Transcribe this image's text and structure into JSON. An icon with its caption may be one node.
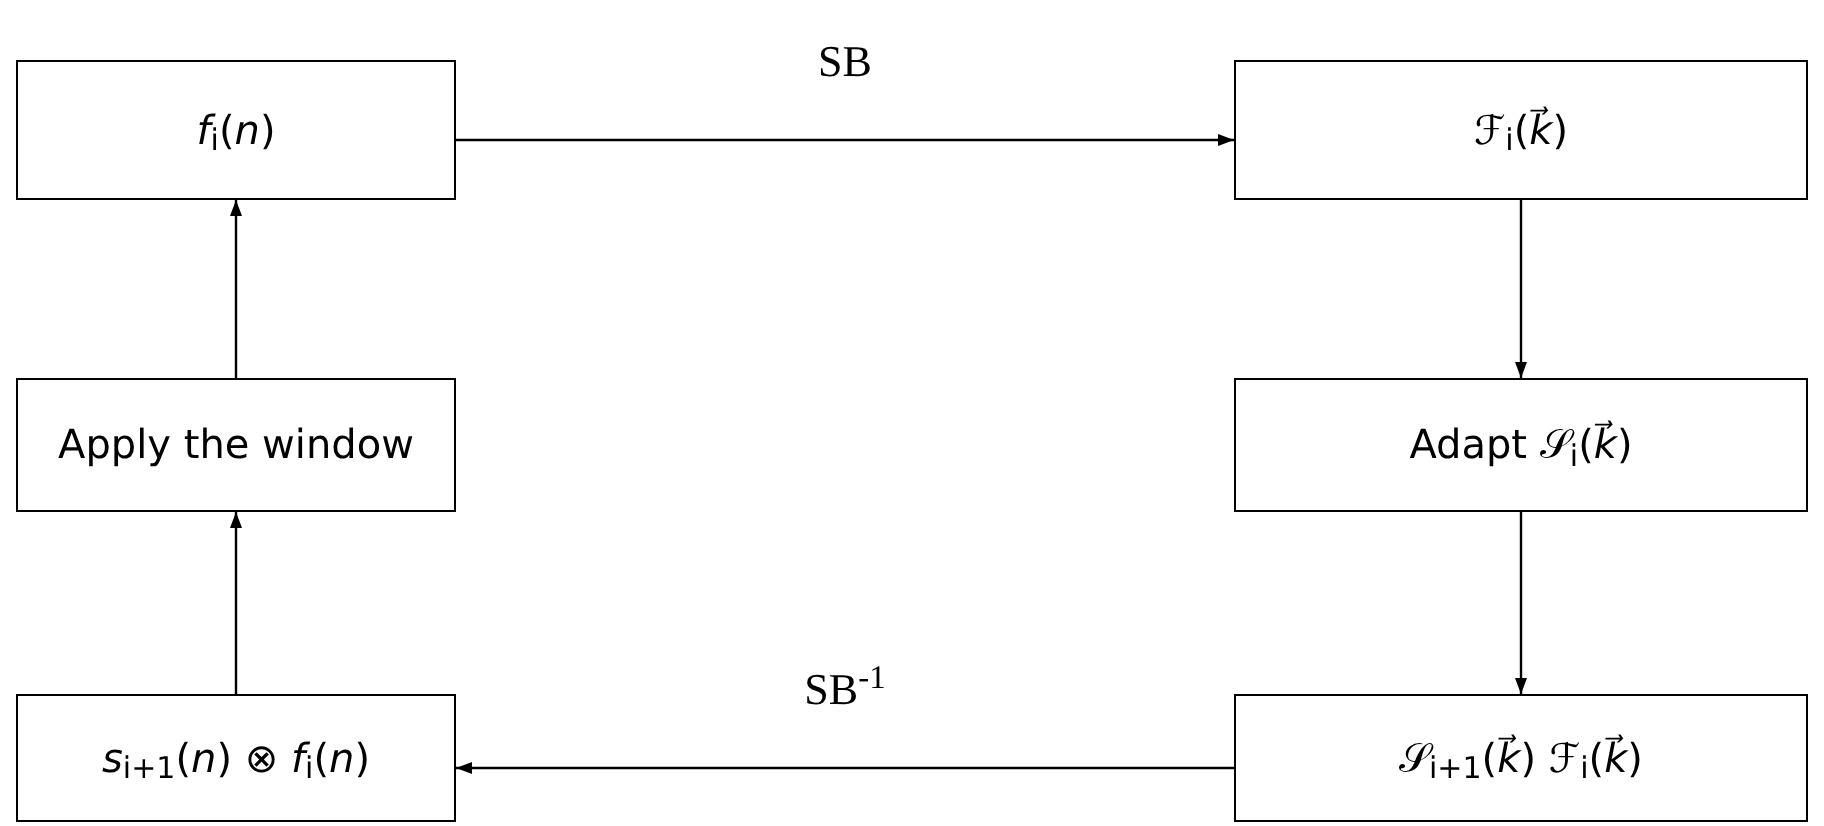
{
  "diagram": {
    "nodes": [
      {
        "text": [
          "*f*$_{i}$(*n*)"
        ]
      },
      {
        "text": [
          "ℱ$_{i}$(*k⃗*)"
        ]
      },
      {
        "text": [
          "Apply the window"
        ]
      },
      {
        "text": [
          "Adapt 𝒮$_{i}$(*k⃗*)"
        ]
      },
      {
        "text": [
          "*s*$_{i+1}$(*n*) ⊗ *f*$_{i}$(*n*)"
        ]
      },
      {
        "text": [
          "𝒮$_{i+1}$(*k⃗*) ℱ$_{i}$(*k⃗*)"
        ]
      }
    ],
    "edges": [
      {
        "from": 0,
        "to": 1,
        "arrow": "to",
        "label": "SB"
      },
      {
        "from": 1,
        "to": 3,
        "arrow": "to"
      },
      {
        "from": 3,
        "to": 5,
        "arrow": "to"
      },
      {
        "from": 5,
        "to": 4,
        "arrow": "to",
        "label": "SB$^{-1}$"
      },
      {
        "from": 4,
        "to": 2,
        "arrow": "to"
      },
      {
        "from": 2,
        "to": 0,
        "arrow": "to"
      }
    ]
  }
}
